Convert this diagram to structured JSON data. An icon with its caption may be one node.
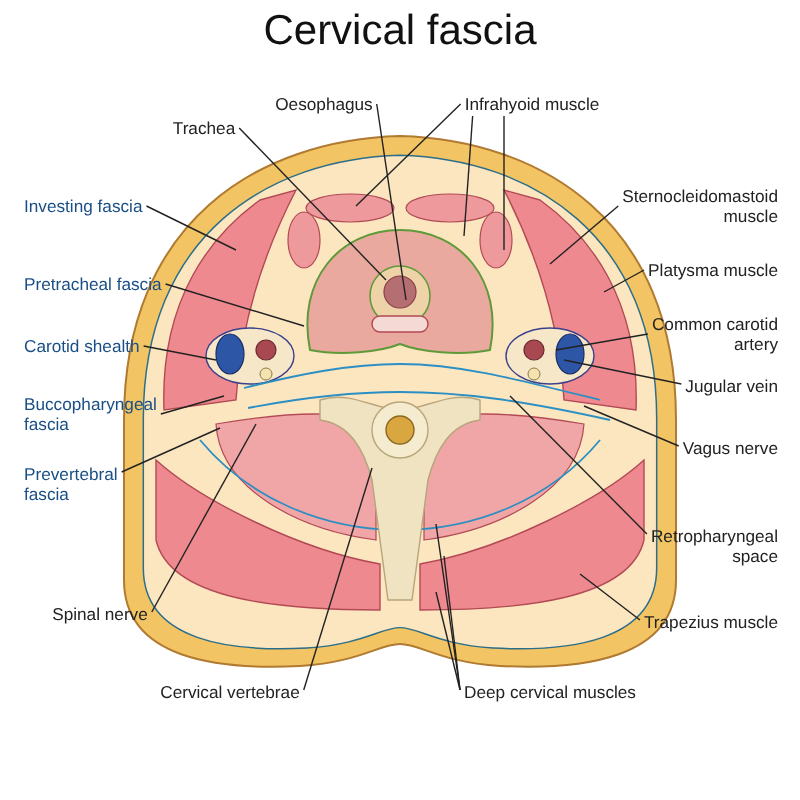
{
  "diagram": {
    "title": "Cervical fascia",
    "nodes": [
      {
        "text": [
          "Oesophagus"
        ]
      },
      {
        "text": [
          "Infrahyoid muscle"
        ]
      },
      {
        "text": [
          "Trachea"
        ]
      },
      {
        "text": [
          "Investing fascia"
        ]
      },
      {
        "text": [
          "Sternocleidomastoid muscle"
        ]
      },
      {
        "text": [
          "Platysma muscle"
        ]
      },
      {
        "text": [
          "Pretracheal fascia"
        ]
      },
      {
        "text": [
          "Common carotid artery"
        ]
      },
      {
        "text": [
          "Carotid shealth"
        ]
      },
      {
        "text": [
          "Jugular vein"
        ]
      },
      {
        "text": [
          "Buccopharyngeal fascia"
        ]
      },
      {
        "text": [
          "Vagus nerve"
        ]
      },
      {
        "text": [
          "Prevertebral fascia"
        ]
      },
      {
        "text": [
          "Retropharyngeal space"
        ]
      },
      {
        "text": [
          "Spinal nerve"
        ]
      },
      {
        "text": [
          "Trapezius muscle"
        ]
      },
      {
        "text": [
          "Cervical vertebrae"
        ]
      },
      {
        "text": [
          "Deep cervical muscles"
        ]
      }
    ],
    "edges": [
      {
        "from": 0,
        "to": null,
        "arrow": "none"
      },
      {
        "from": 1,
        "to": null,
        "arrow": "none"
      },
      {
        "from": 1,
        "to": null,
        "arrow": "none"
      },
      {
        "from": 1,
        "to": null,
        "arrow": "none"
      },
      {
        "from": 2,
        "to": null,
        "arrow": "none"
      },
      {
        "from": 3,
        "to": null,
        "arrow": "none"
      },
      {
        "from": 4,
        "to": null,
        "arrow": "none"
      },
      {
        "from": 5,
        "to": null,
        "arrow": "none"
      },
      {
        "from": 6,
        "to": null,
        "arrow": "none"
      },
      {
        "from": 7,
        "to": null,
        "arrow": "none"
      },
      {
        "from": 8,
        "to": null,
        "arrow": "none"
      },
      {
        "from": 9,
        "to": null,
        "arrow": "none"
      },
      {
        "from": 10,
        "to": null,
        "arrow": "none"
      },
      {
        "from": 11,
        "to": null,
        "arrow": "none"
      },
      {
        "from": 12,
        "to": null,
        "arrow": "none"
      },
      {
        "from": 13,
        "to": null,
        "arrow": "none"
      },
      {
        "from": 14,
        "to": null,
        "arrow": "none"
      },
      {
        "from": 15,
        "to": null,
        "arrow": "none"
      },
      {
        "from": 16,
        "to": null,
        "arrow": "none"
      },
      {
        "from": 17,
        "to": null,
        "arrow": "none"
      },
      {
        "from": 17,
        "to": null,
        "arrow": "none"
      },
      {
        "from": 17,
        "to": null,
        "arrow": "none"
      }
    ]
  }
}
